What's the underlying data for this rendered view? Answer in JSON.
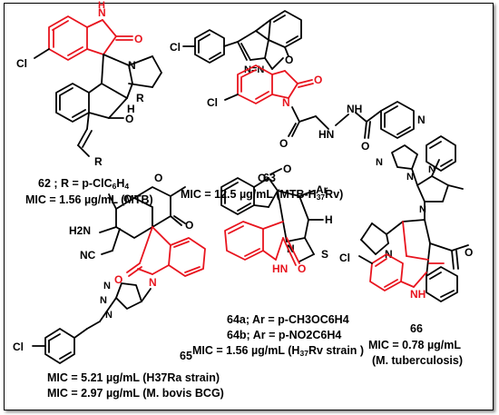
{
  "compounds": [
    {
      "id": "62",
      "caption_line1": "62 ; R = p-ClC",
      "caption_line1_sub": "6",
      "caption_line1_mid": "H",
      "caption_line1_sub2": "4",
      "mic": "MIC = 1.56 µg/mL (MTB)"
    },
    {
      "id": "63",
      "label": "63",
      "mic_pre": "MIC = 12.5 µg/mL (MTB-H",
      "mic_sub": "37",
      "mic_post": "Rv)"
    },
    {
      "id": "64",
      "line_a": "64a; Ar = p-CH3OC6H4",
      "line_b": "64b; Ar = p-NO2C6H4",
      "mic_pre": "MIC = 1.56 µg/mL (H",
      "mic_sub": "37",
      "mic_post": "Rv strain )"
    },
    {
      "id": "65",
      "label": "65",
      "mic1": "MIC = 5.21 µg/mL (H37Ra strain)",
      "mic2": "MIC = 2.97 µg/mL (M. bovis BCG)"
    },
    {
      "id": "66",
      "label": "66",
      "mic1": "MIC = 0.78 µg/mL",
      "mic2": "(M. tuberculosis)"
    }
  ],
  "atoms": {
    "cl": "Cl",
    "o": "O",
    "n": "N",
    "h": "H",
    "nh": "NH",
    "hn": "HN",
    "r": "R",
    "h2n": "H2N",
    "nc": "NC",
    "ar": "Ar",
    "s": "S",
    "nn": "N–N",
    "np": "N=N"
  },
  "colors": {
    "highlight": "#e8141e",
    "ink": "#000000"
  }
}
